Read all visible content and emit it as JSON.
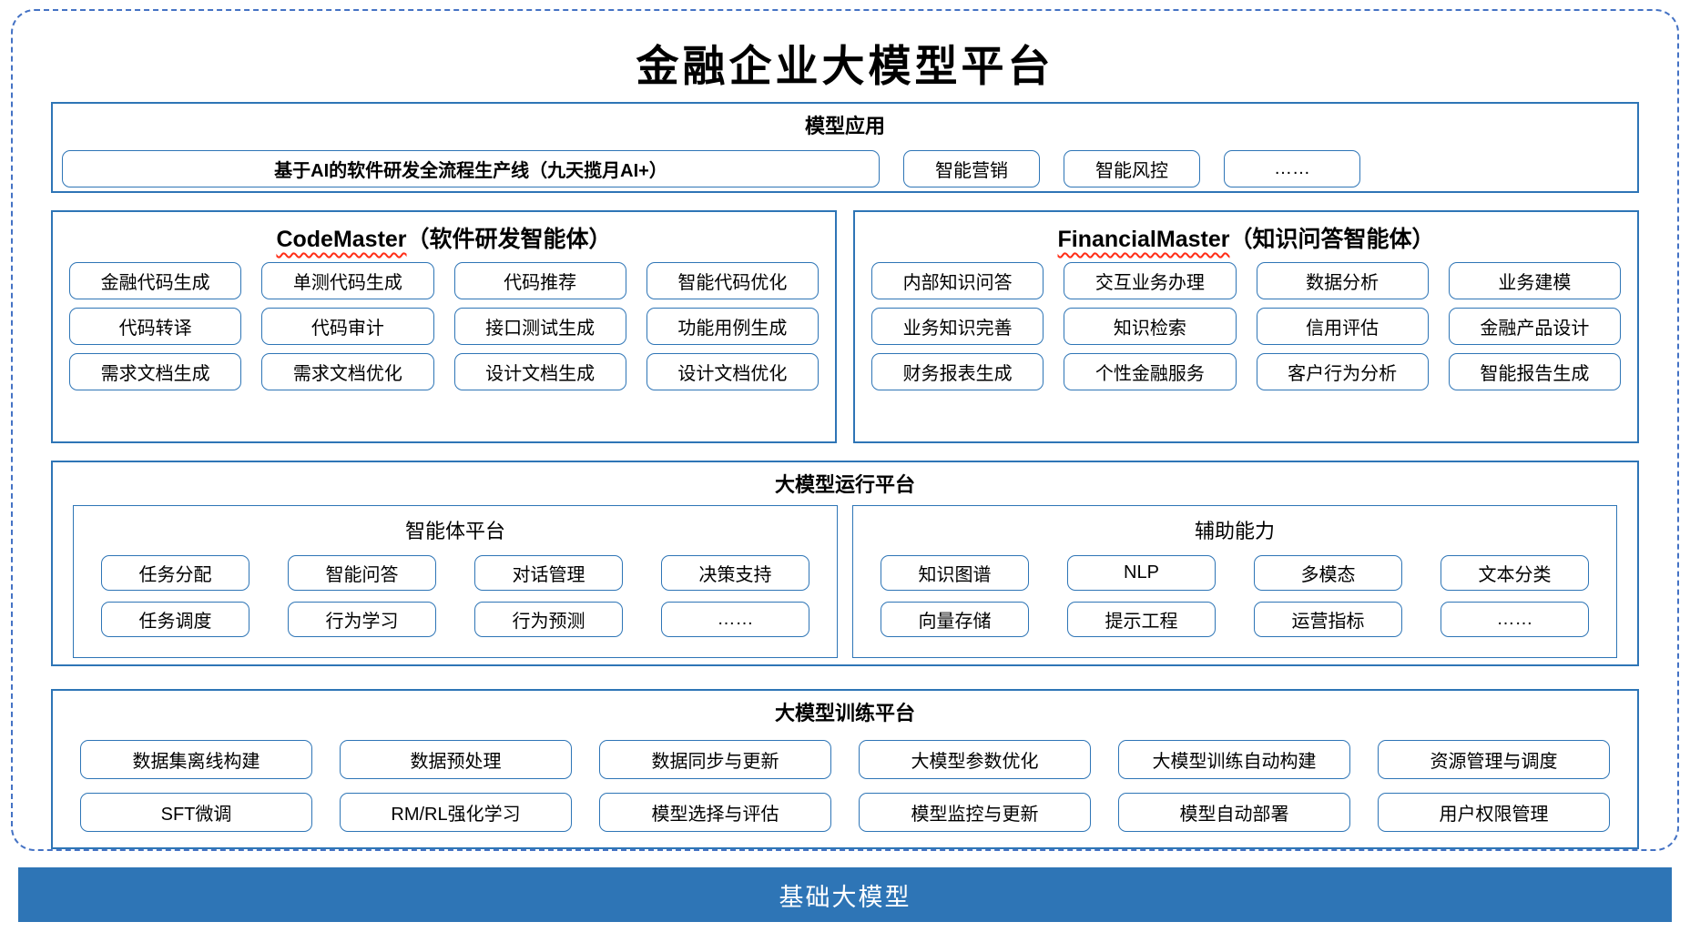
{
  "title": "金融企业大模型平台",
  "colors": {
    "accent_border": "#2E75B6",
    "dashed_frame": "#4472C4",
    "foundation_bar": "#2E75B6",
    "wavy_underline": "#FF2D16"
  },
  "model_app": {
    "header": "模型应用",
    "items": [
      "基于AI的软件研发全流程生产线（九天揽月AI+）",
      "智能营销",
      "智能风控",
      "……"
    ]
  },
  "agents": [
    {
      "name": "CodeMaster",
      "suffix": "（软件研发智能体）",
      "rows": [
        [
          "金融代码生成",
          "单测代码生成",
          "代码推荐",
          "智能代码优化"
        ],
        [
          "代码转译",
          "代码审计",
          "接口测试生成",
          "功能用例生成"
        ],
        [
          "需求文档生成",
          "需求文档优化",
          "设计文档生成",
          "设计文档优化"
        ]
      ]
    },
    {
      "name": "FinancialMaster",
      "suffix": "（知识问答智能体）",
      "rows": [
        [
          "内部知识问答",
          "交互业务办理",
          "数据分析",
          "业务建模"
        ],
        [
          "业务知识完善",
          "知识检索",
          "信用评估",
          "金融产品设计"
        ],
        [
          "财务报表生成",
          "个性金融服务",
          "客户行为分析",
          "智能报告生成"
        ]
      ]
    }
  ],
  "runtime": {
    "header": "大模型运行平台",
    "panels": [
      {
        "header": "智能体平台",
        "rows": [
          [
            "任务分配",
            "智能问答",
            "对话管理",
            "决策支持"
          ],
          [
            "任务调度",
            "行为学习",
            "行为预测",
            "……"
          ]
        ]
      },
      {
        "header": "辅助能力",
        "rows": [
          [
            "知识图谱",
            "NLP",
            "多模态",
            "文本分类"
          ],
          [
            "向量存储",
            "提示工程",
            "运营指标",
            "……"
          ]
        ]
      }
    ]
  },
  "training": {
    "header": "大模型训练平台",
    "rows": [
      [
        "数据集离线构建",
        "数据预处理",
        "数据同步与更新",
        "大模型参数优化",
        "大模型训练自动构建",
        "资源管理与调度"
      ],
      [
        "SFT微调",
        "RM/RL强化学习",
        "模型选择与评估",
        "模型监控与更新",
        "模型自动部署",
        "用户权限管理"
      ]
    ]
  },
  "foundation": {
    "label": "基础大模型"
  }
}
